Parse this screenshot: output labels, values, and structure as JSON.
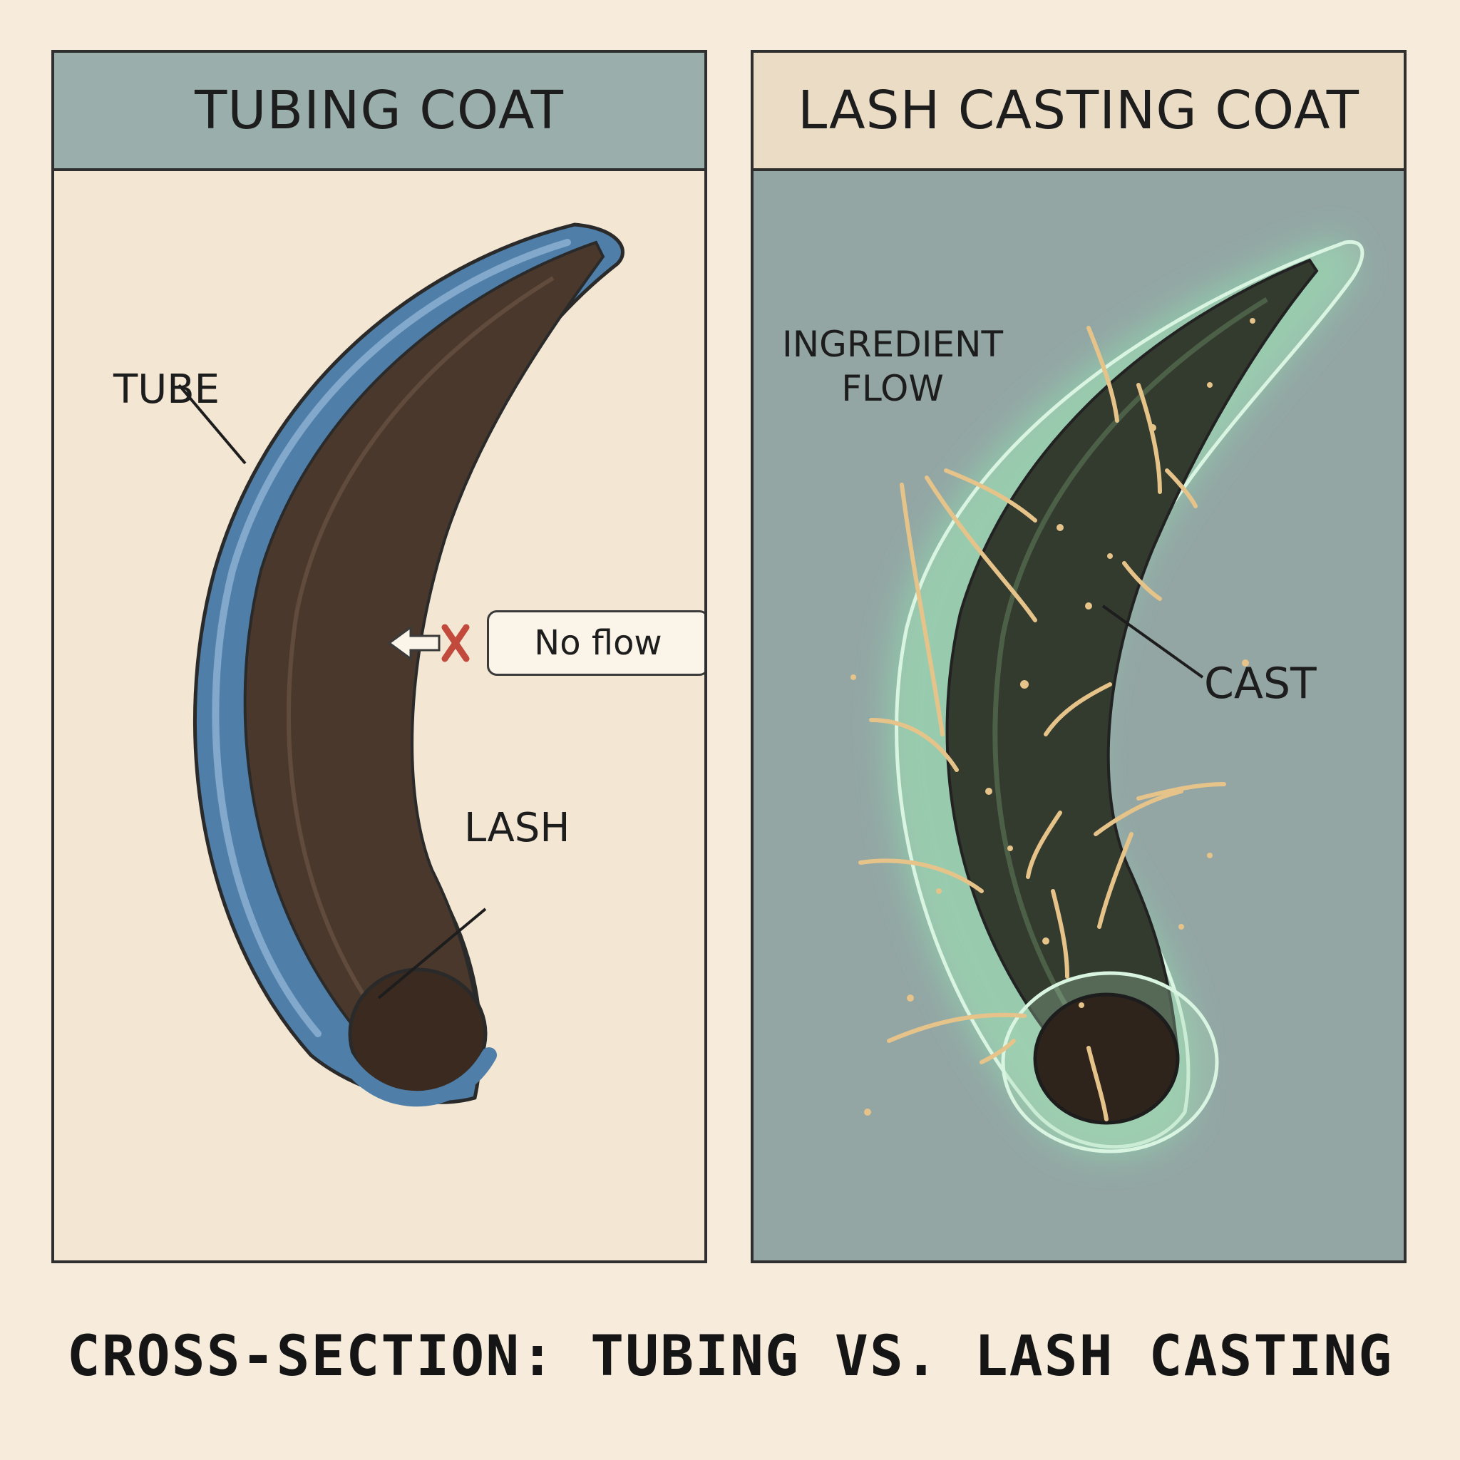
{
  "left_panel": {
    "title": "TUBING COAT",
    "labels": {
      "tube": "TUBE",
      "lash": "LASH",
      "no_flow": "No flow"
    }
  },
  "right_panel": {
    "title": "LASH CASTING COAT",
    "labels": {
      "ingredient_flow_line1": "INGREDIENT",
      "ingredient_flow_line2": "FLOW",
      "cast": "CAST"
    }
  },
  "caption": "CROSS-SECTION: TUBING VS. LASH CASTING",
  "colors": {
    "tube_blue": "#4f7fa8",
    "lash_brown": "#4a382c",
    "cast_green": "#8fe0b0",
    "flow_gold": "#e6c389",
    "x_mark_red": "#c24a3c"
  }
}
